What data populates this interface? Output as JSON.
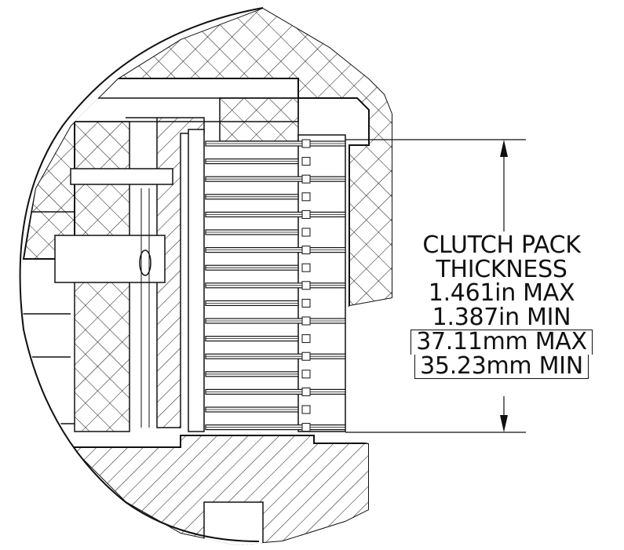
{
  "callout": {
    "line1": "CLUTCH PACK",
    "line2": "THICKNESS",
    "line3": "1.461in MAX",
    "line4": "1.387in MIN",
    "line5": "37.11mm MAX",
    "line6": "35.23mm MIN"
  },
  "style": {
    "line_color": "#111111",
    "background": "#ffffff"
  }
}
